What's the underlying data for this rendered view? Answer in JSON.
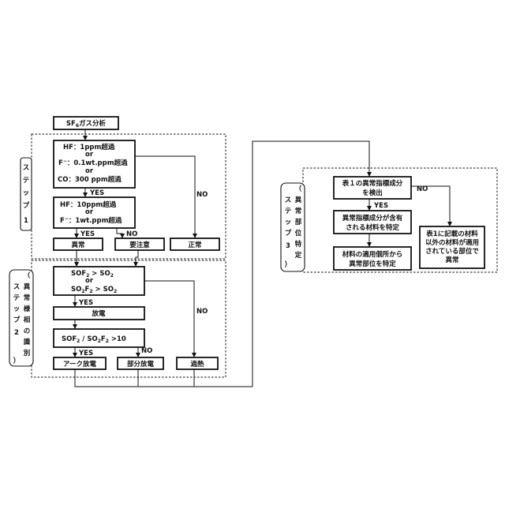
{
  "start": {
    "pre": "SF",
    "sub": "6",
    "post": "ガス分析"
  },
  "step1_cond1": {
    "l1": "HF：1ppm超過",
    "l2": "or",
    "l3_pre": "F",
    "l3_sup": "−",
    "l3_post": "：0.1wt.ppm超過",
    "l4": "or",
    "l5": "CO：300 ppm超過"
  },
  "step1_cond2": {
    "l1": "HF：10ppm超過",
    "l2": "or",
    "l3_pre": "F",
    "l3_sup": "−",
    "l3_post": "：1wt.ppm超過"
  },
  "result1": {
    "abnormal": "異常",
    "caution": "要注意",
    "normal": "正常"
  },
  "step2_cond1": {
    "l1_a": "SOF",
    "l1_sub": "2",
    "l1_b": " > SO",
    "l1_sub2": "2",
    "l2": "or",
    "l3_a": "SO",
    "l3_sub": "2",
    "l3_b": "F",
    "l3_sub2": "2",
    "l3_c": " > SO",
    "l3_sub3": "2"
  },
  "discharge": "放電",
  "step2_cond2": {
    "a": "SOF",
    "sub": "2",
    "b": " / SO",
    "sub2": "2",
    "c": "F",
    "sub3": "2",
    "d": " >10"
  },
  "result2": {
    "arc": "アーク放電",
    "partial": "部分放電",
    "overheat": "過熱"
  },
  "step3": {
    "box1": [
      "表１の異常指標成分",
      "を検出"
    ],
    "box2": [
      "異常指標成分が含有",
      "される材料を特定"
    ],
    "box3": [
      "材料の適用個所から",
      "異常部位を特定"
    ],
    "box4": [
      "表1に記載の材料",
      "以外の材料が適用",
      "されている部位で",
      "異常"
    ]
  },
  "labels": {
    "step1": [
      "ス",
      "テ",
      "ッ",
      "プ",
      "1"
    ],
    "step2": [
      "（",
      "異",
      "常",
      "様",
      "相",
      "の",
      "識",
      "別",
      "ス",
      "テ",
      "ッ",
      "プ",
      "2",
      "）"
    ],
    "step3": [
      "（",
      "異",
      "常",
      "部",
      "位",
      "特",
      "定",
      "ス",
      "テ",
      "ッ",
      "プ",
      "3",
      "）"
    ]
  },
  "edge": {
    "yes": "YES",
    "no": "NO"
  }
}
